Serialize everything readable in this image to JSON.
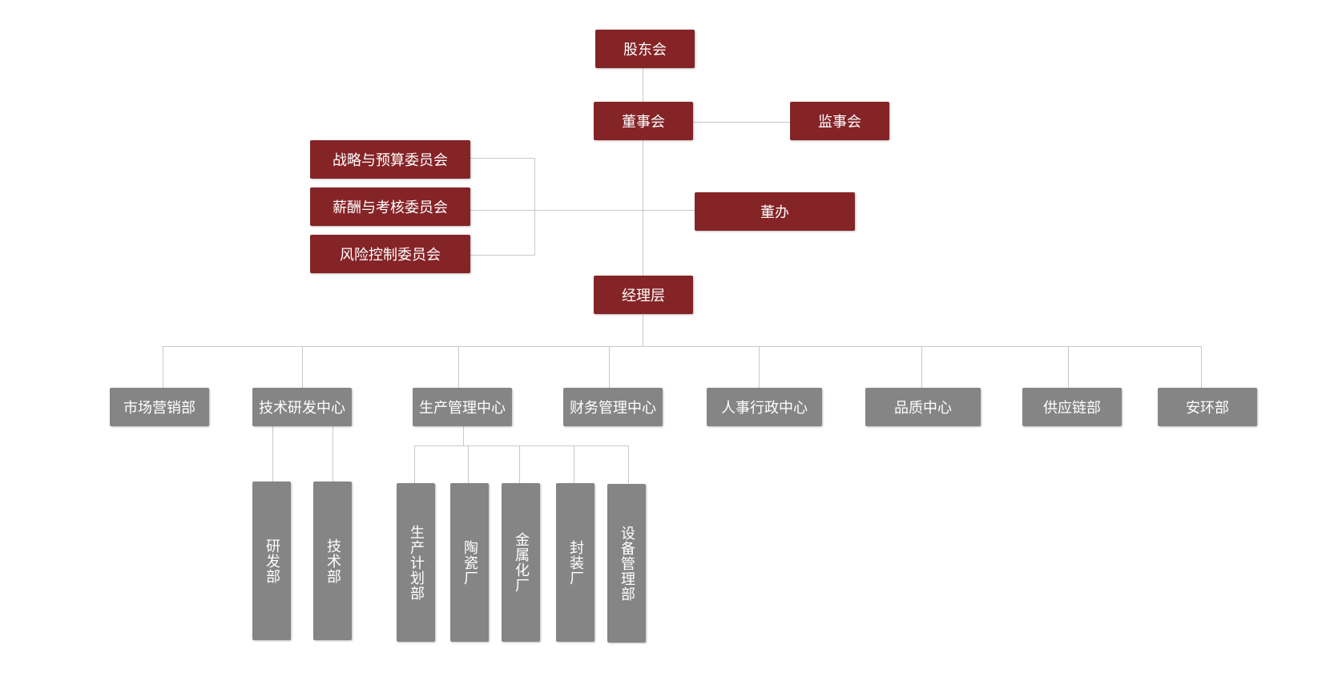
{
  "colors": {
    "board_node": "#852427",
    "dept_node": "#858585",
    "connector": "#c8c8c8"
  },
  "nodes": {
    "shareholders": "股东会",
    "board": "董事会",
    "supervisory_board": "监事会",
    "strategy_committee": "战略与预算委员会",
    "compensation_committee": "薪酬与考核委员会",
    "risk_committee": "风险控制委员会",
    "board_office": "董办",
    "management": "经理层",
    "departments": {
      "marketing": "市场营销部",
      "tech_rd": "技术研发中心",
      "production": "生产管理中心",
      "finance": "财务管理中心",
      "hr_admin": "人事行政中心",
      "quality": "品质中心",
      "supply_chain": "供应链部",
      "safety_env": "安环部"
    },
    "tech_rd_children": {
      "rd": "研发部",
      "tech": "技术部"
    },
    "production_children": {
      "planning": "生产计划部",
      "ceramics": "陶瓷厂",
      "metallization": "金属化厂",
      "packaging": "封装厂",
      "equipment": "设备管理部"
    }
  }
}
